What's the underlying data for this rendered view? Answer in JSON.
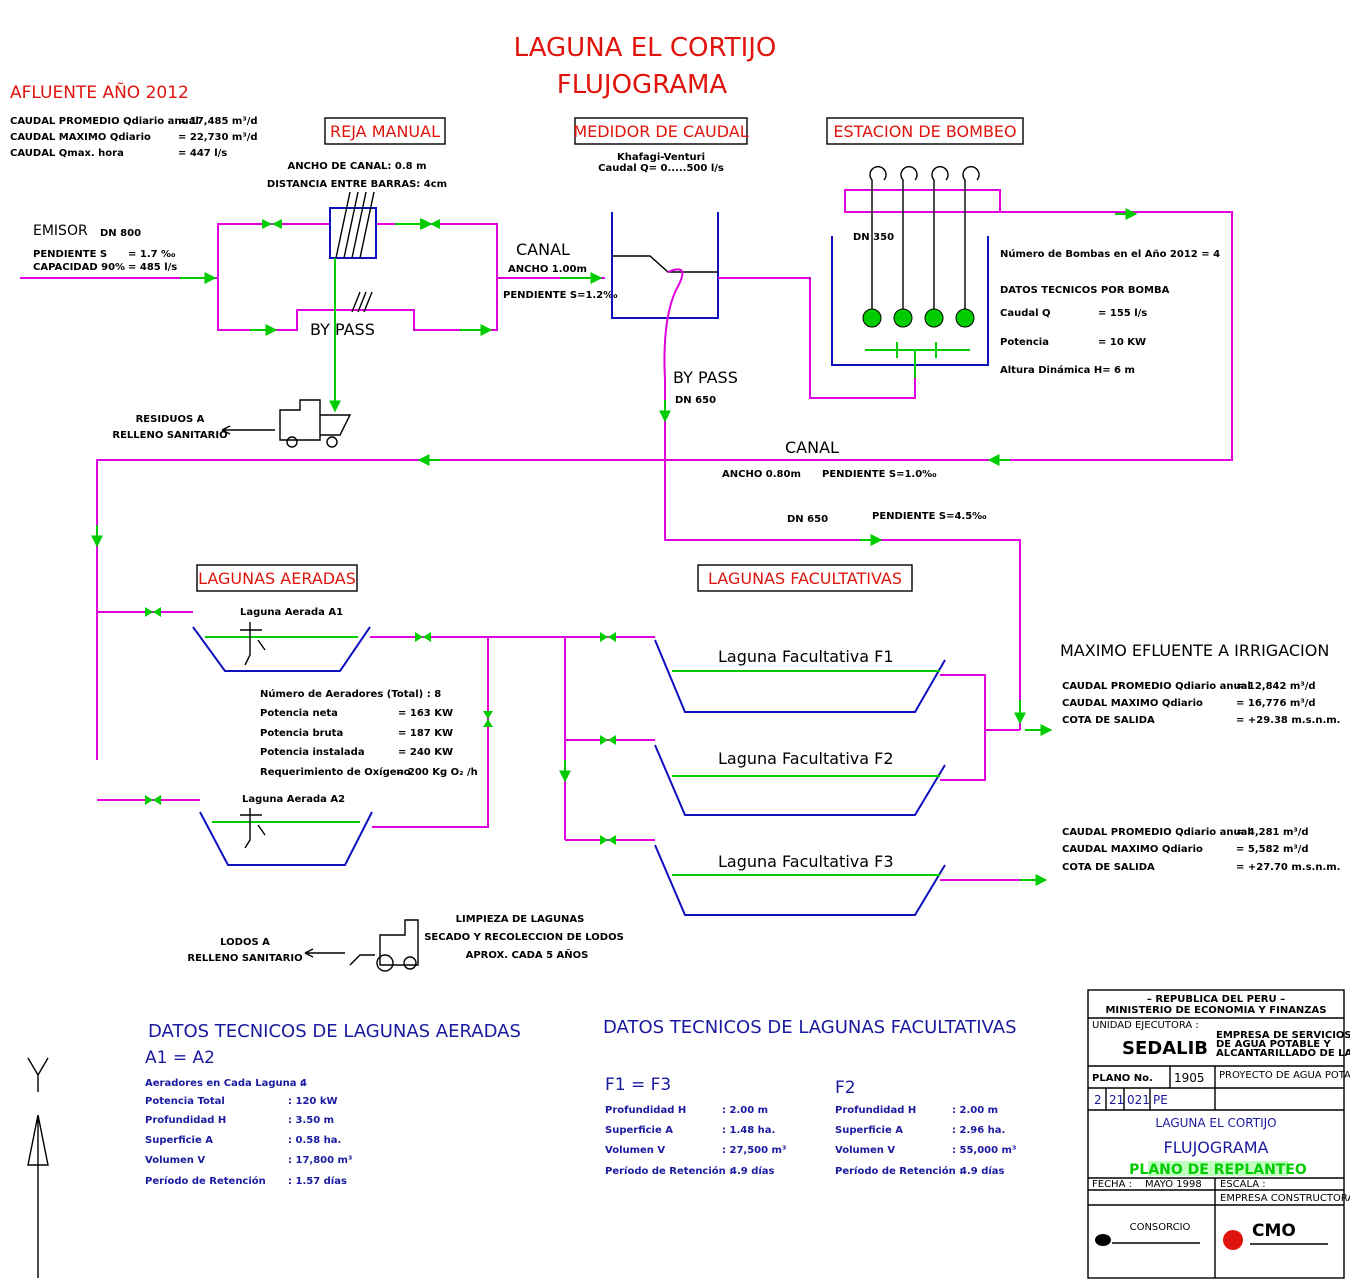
{
  "title": {
    "line1": "LAGUNA EL CORTIJO",
    "line2": "FLUJOGRAMA"
  },
  "afluente": {
    "heading": "AFLUENTE AÑO 2012",
    "rows": [
      {
        "label": "CAUDAL PROMEDIO Qdiario anual",
        "value": "= 17,485 m³/d"
      },
      {
        "label": "CAUDAL MAXIMO Qdiario",
        "value": "= 22,730 m³/d"
      },
      {
        "label": "CAUDAL Qmax. hora",
        "value": "= 447 l/s"
      }
    ]
  },
  "reja": {
    "title": "REJA MANUAL",
    "ancho": "ANCHO DE CANAL: 0.8 m",
    "distancia": "DISTANCIA ENTRE BARRAS: 4cm"
  },
  "medidor": {
    "title": "MEDIDOR DE CAUDAL",
    "sub1": "Khafagi-Venturi",
    "sub2": "Caudal Q= 0.....500 l/s"
  },
  "estacion": {
    "title": "ESTACION DE BOMBEO",
    "dn": "DN 350",
    "bombas": "Número de Bombas en el Año 2012 = 4",
    "datos_title": "DATOS TECNICOS POR BOMBA",
    "datos": [
      {
        "label": "Caudal Q",
        "value": "= 155 l/s"
      },
      {
        "label": "Potencia",
        "value": "= 10 KW"
      },
      {
        "label": "Altura Dinámica H= 6 m",
        "value": ""
      }
    ]
  },
  "emisor": {
    "title": "EMISOR",
    "dn": "DN 800",
    "pendiente": "PENDIENTE S",
    "pendiente_val": "= 1.7 ‰",
    "capacidad": "CAPACIDAD 90%",
    "capacidad_val": "= 485 l/s"
  },
  "canal1": {
    "title": "CANAL",
    "ancho": "ANCHO 1.00m",
    "pendiente": "PENDIENTE S=1.2‰"
  },
  "bypass1": {
    "label": "BY  PASS"
  },
  "bypass2": {
    "label": "BY PASS",
    "dn": "DN 650"
  },
  "residuos": {
    "line1": "RESIDUOS A",
    "line2": "RELLENO SANITARIO"
  },
  "canal2": {
    "title": "CANAL",
    "ancho": "ANCHO 0.80m",
    "pendiente": "PENDIENTE S=1.0‰"
  },
  "tuberia": {
    "dn": "DN 650",
    "pendiente": "PENDIENTE S=4.5‰"
  },
  "aeradas": {
    "title": "LAGUNAS AERADAS",
    "a1": "Laguna Aerada A1",
    "a2": "Laguna Aerada A2",
    "datos": [
      {
        "label": "Número de Aeradores (Total) : 8",
        "value": ""
      },
      {
        "label": "Potencia neta",
        "value": "= 163 KW"
      },
      {
        "label": "Potencia bruta",
        "value": "= 187 KW"
      },
      {
        "label": "Potencia instalada",
        "value": "= 240 KW"
      },
      {
        "label": "Requerimiento de Oxígeno",
        "value": "= 200 Kg O₂ /h"
      }
    ]
  },
  "facultativas": {
    "title": "LAGUNAS FACULTATIVAS",
    "f1": "Laguna Facultativa F1",
    "f2": "Laguna Facultativa F2",
    "f3": "Laguna Facultativa F3"
  },
  "efluente": {
    "heading": "MAXIMO EFLUENTE A IRRIGACION",
    "rows1": [
      {
        "label": "CAUDAL PROMEDIO Qdiario anual",
        "value": "= 12,842 m³/d"
      },
      {
        "label": "CAUDAL MAXIMO Qdiario",
        "value": "= 16,776 m³/d"
      },
      {
        "label": "COTA DE SALIDA",
        "value": "= +29.38 m.s.n.m."
      }
    ],
    "rows2": [
      {
        "label": "CAUDAL PROMEDIO Qdiario anual",
        "value": "= 4,281 m³/d"
      },
      {
        "label": "CAUDAL MAXIMO Qdiario",
        "value": "= 5,582 m³/d"
      },
      {
        "label": "COTA DE SALIDA",
        "value": "= +27.70 m.s.n.m."
      }
    ]
  },
  "lodos": {
    "line1": "LODOS A",
    "line2": "RELLENO SANITARIO",
    "limpieza1": "LIMPIEZA DE LAGUNAS",
    "limpieza2": "SECADO Y RECOLECCION DE LODOS",
    "limpieza3": "APROX. CADA 5 AÑOS"
  },
  "datos_aeradas": {
    "title": "DATOS TECNICOS DE LAGUNAS AERADAS",
    "sub": "A1 = A2",
    "rows": [
      {
        "label": "Aeradores en Cada Laguna :",
        "value": "4"
      },
      {
        "label": "Potencia Total",
        "value": ": 120 kW"
      },
      {
        "label": "Profundidad H",
        "value": ": 3.50 m"
      },
      {
        "label": "Superficie A",
        "value": ": 0.58 ha."
      },
      {
        "label": "Volumen V",
        "value": ": 17,800 m³"
      },
      {
        "label": "Período de Retención",
        "value": ": 1.57 días"
      }
    ]
  },
  "datos_facultativas": {
    "title": "DATOS TECNICOS DE LAGUNAS FACULTATIVAS",
    "sub1": "F1 = F3",
    "sub2": "F2",
    "rows1": [
      {
        "label": "Profundidad H",
        "value": ": 2.00 m"
      },
      {
        "label": "Superficie A",
        "value": ": 1.48 ha."
      },
      {
        "label": "Volumen V",
        "value": ": 27,500 m³"
      },
      {
        "label": "Período de Retención :",
        "value": "4.9 días"
      }
    ],
    "rows2": [
      {
        "label": "Profundidad H",
        "value": ": 2.00 m"
      },
      {
        "label": "Superficie A",
        "value": ": 2.96 ha."
      },
      {
        "label": "Volumen V",
        "value": ": 55,000 m³"
      },
      {
        "label": "Período de Retención :",
        "value": "4.9 días"
      }
    ]
  },
  "titleblock": {
    "republica": "– REPUBLICA DEL PERU –",
    "ministerio": "MINISTERIO DE ECONOMIA Y FINANZAS",
    "unidad": "UNIDAD EJECUTORA :",
    "logo": "SEDALIB",
    "empresa1": "EMPRESA DE SERVICIOS",
    "empresa2": "DE AGUA POTABLE Y",
    "empresa3": "ALCANTARILLADO DE LA LIBERTAD",
    "plano_no": "PLANO No.",
    "plano_num": "1905",
    "proyecto": "PROYECTO DE AGUA POTABLE/ALCANTARILLADO TRUJILLO",
    "codes": [
      "2",
      "21",
      "021",
      "PE"
    ],
    "laguna": "LAGUNA EL CORTIJO",
    "flujo": "FLUJOGRAMA",
    "replanteo": "PLANO DE REPLANTEO",
    "fecha": "FECHA :",
    "fecha_val": "MAYO 1998",
    "escala": "ESCALA :",
    "consultora": "CONSORCIO",
    "cmo": "CMO",
    "empresa_cons": "EMPRESA CONSTRUCTORA"
  }
}
